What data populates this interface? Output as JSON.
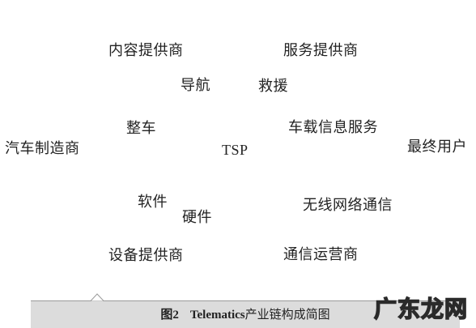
{
  "nodes": {
    "content_provider": "内容提供商",
    "service_provider": "服务提供商",
    "navigation": "导航",
    "rescue": "救援",
    "vehicle": "整车",
    "vehicle_info_service": "车载信息服务",
    "automaker": "汽车制造商",
    "tsp": "TSP",
    "end_user": "最终用户",
    "software": "软件",
    "hardware": "硬件",
    "wireless_network_comm": "无线网络通信",
    "equipment_provider": "设备提供商",
    "comm_operator": "通信运营商"
  },
  "caption": {
    "figure_number": "图2",
    "brand": "Telematics",
    "text": "产业链构成简图"
  },
  "watermark": {
    "text": "广东龙网"
  }
}
